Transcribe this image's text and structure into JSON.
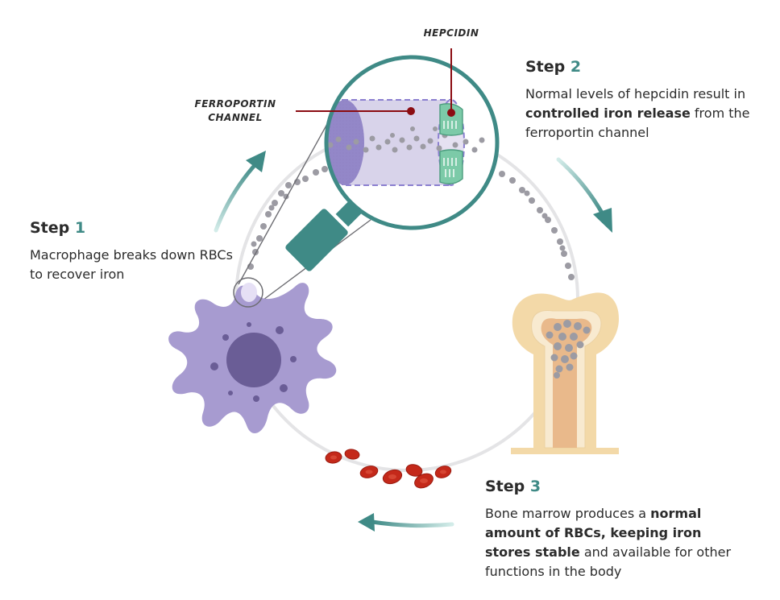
{
  "callouts": {
    "hepcidin": "HEPCIDIN",
    "ferroportin_line1": "FERROPORTIN",
    "ferroportin_line2": "CHANNEL"
  },
  "steps": [
    {
      "word": "Step",
      "number": "1",
      "body": [
        {
          "text": "Macrophage breaks down RBCs to recover iron",
          "bold": false
        }
      ]
    },
    {
      "word": "Step",
      "number": "2",
      "body": [
        {
          "text": "Normal levels of hepcidin result in ",
          "bold": false
        },
        {
          "text": "controlled iron release",
          "bold": true
        },
        {
          "text": " from the ferroportin channel",
          "bold": false
        }
      ]
    },
    {
      "word": "Step",
      "number": "3",
      "body": [
        {
          "text": "Bone marrow produces a ",
          "bold": false
        },
        {
          "text": "normal amount of RBCs, keeping iron stores stable",
          "bold": true
        },
        {
          "text": " and available for other functions in the body",
          "bold": false
        }
      ]
    }
  ],
  "colors": {
    "accent_teal": "#3f8a86",
    "macrophage": "#a79bd0",
    "nucleus": "#6a5d96",
    "rbc": "#c4291a",
    "hepcidin_marker": "#8b0c12",
    "hepcidin_green": "#7ccaa8",
    "iron_dot": "#9c9ba3",
    "bone": "#f3d9a8",
    "cycle_ring": "#e4e4e6"
  },
  "icons": [
    "macrophage-cell",
    "bone-marrow",
    "red-blood-cells",
    "magnifying-glass",
    "ferroportin-channel",
    "cycle-arrow"
  ]
}
